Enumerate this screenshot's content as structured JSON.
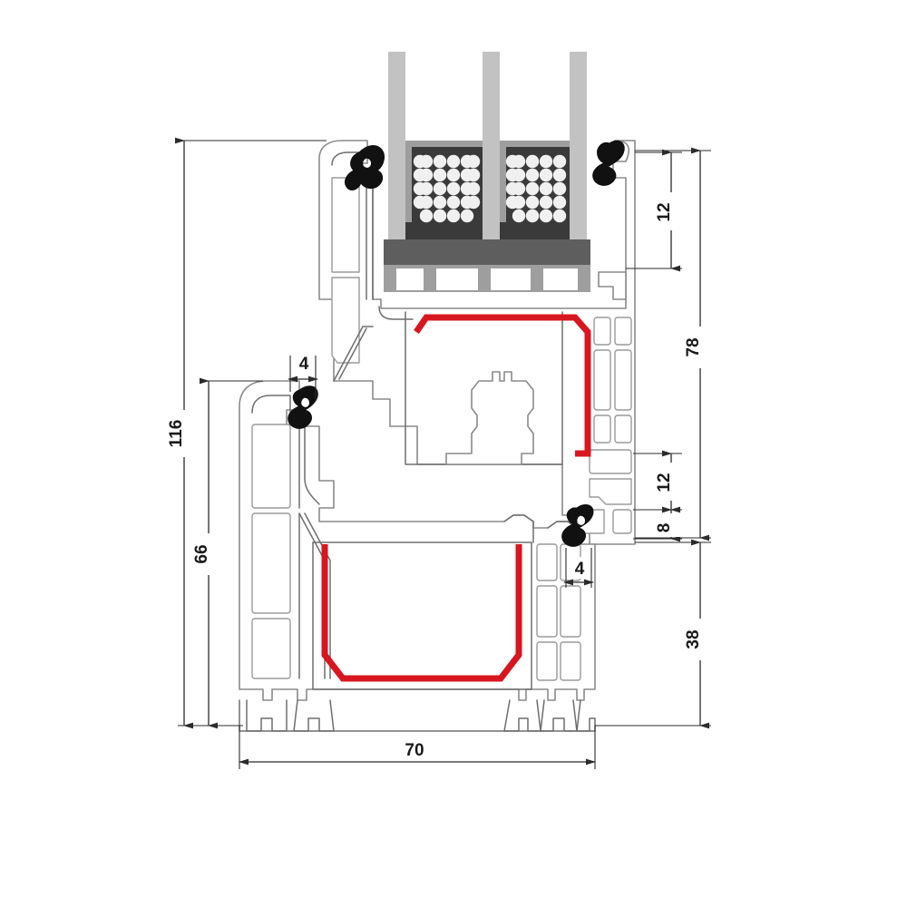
{
  "drawing": {
    "title": "PVC window profile cross-section",
    "type": "technical-cross-section",
    "units": "mm",
    "background_color": "#ffffff",
    "line_color": "#8a8a8a",
    "dimension_color": "#2b2b2b",
    "gasket_seal_color": "#d8161f",
    "weatherstrip_color": "#111111",
    "glass_color": "#c2c2c2",
    "spacer_color": "#3a3a3a"
  },
  "dimensions": {
    "overall_height": {
      "label": "116",
      "side": "left",
      "position": "outer"
    },
    "frame_height": {
      "label": "66",
      "side": "left",
      "position": "inner"
    },
    "sash_overall": {
      "label": "78",
      "side": "right",
      "position": "outer"
    },
    "glazing_bead": {
      "label": "12",
      "side": "right",
      "position": "upper-inner"
    },
    "rebate_upper": {
      "label": "12",
      "side": "right",
      "position": "lower-inner"
    },
    "rebate_lower": {
      "label": "8",
      "side": "right",
      "position": "lower-inner"
    },
    "frame_depth_lower": {
      "label": "38",
      "side": "right",
      "position": "bottom"
    },
    "overall_width": {
      "label": "70",
      "side": "bottom",
      "position": "outer"
    },
    "gasket_gap_upper": {
      "label": "4",
      "side": "center-left",
      "position": "upper"
    },
    "gasket_gap_lower": {
      "label": "4",
      "side": "center-right",
      "position": "lower"
    }
  },
  "glazing": {
    "type": "triple-glazing",
    "pane_count": 3,
    "spacer_count": 2,
    "desiccant_rows": 5,
    "desiccant_cols": 6
  },
  "seals": {
    "red_seal_count": 2,
    "black_gasket_count": 4
  }
}
